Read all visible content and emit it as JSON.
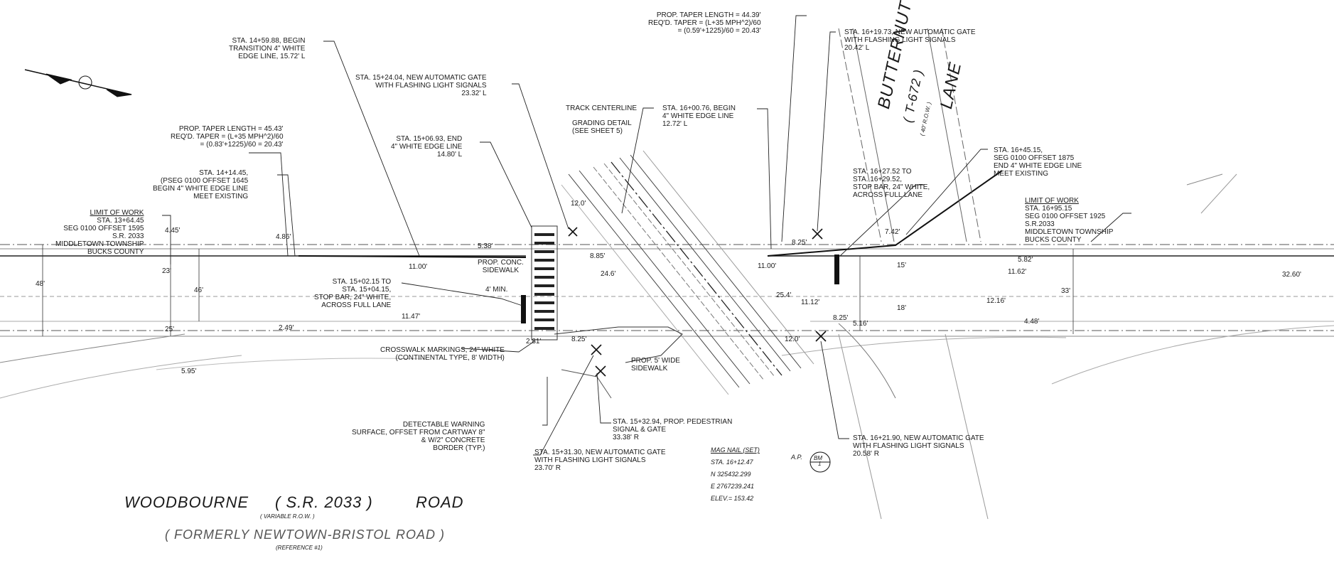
{
  "road": {
    "name_left": "WOODBOURNE",
    "route": "( S.R. 2033 )",
    "name_right": "ROAD",
    "row": "( VARIABLE R.O.W. )",
    "former": "( FORMERLY NEWTOWN-BRISTOL ROAD )",
    "reference": "(REFERENCE #1)"
  },
  "side_road": {
    "name": "BUTTERNUT",
    "route": "( T-672 )",
    "row": "( 40' R.O.W. )",
    "suffix": "LANE"
  },
  "callouts": {
    "begin_transition": [
      "STA. 14+59.88, BEGIN",
      "TRANSITION 4\" WHITE",
      "EDGE LINE, 15.72' L"
    ],
    "gate_1524": [
      "STA. 15+24.04, NEW AUTOMATIC GATE",
      "WITH FLASHING LIGHT SIGNALS",
      "23.32' L"
    ],
    "taper_left": [
      "PROP. TAPER LENGTH = 45.43'",
      "REQ'D. TAPER = (L+35 mph^2)/60",
      "= (0.83'+1225)/60 = 20.43'"
    ],
    "end_edge": [
      "STA. 15+06.93, END",
      "4\" WHITE EDGE LINE",
      "14.80' L"
    ],
    "sta_1414": [
      "STA. 14+14.45,",
      "(PSEG 0100 OFFSET 1645",
      "BEGIN 4\" WHITE EDGE LINE",
      "MEET EXISTING"
    ],
    "limit_left": [
      "LIMIT OF WORK",
      "STA. 13+64.45",
      "SEG 0100 OFFSET 1595",
      "S.R. 2033",
      "MIDDLETOWN TOWNSHIP",
      "BUCKS COUNTY"
    ],
    "stop_bar_left": [
      "STA. 15+02.15 TO",
      "STA. 15+04.15,",
      "STOP BAR, 24\" WHITE,",
      "ACROSS FULL LANE"
    ],
    "crosswalk": [
      "CROSSWALK MARKINGS, 24\" WHITE",
      "(CONTINENTAL TYPE, 8' WIDTH)"
    ],
    "detectable": [
      "DETECTABLE WARNING",
      "SURFACE, OFFSET FROM CARTWAY 8\"",
      "& W/2\" CONCRETE",
      "BORDER (TYP.)"
    ],
    "gate_1531": [
      "STA. 15+31.30, NEW AUTOMATIC GATE",
      "WITH FLASHING LIGHT SIGNALS",
      "23.70' R"
    ],
    "ped_signal": [
      "STA. 15+32.94, PROP. PEDESTRIAN",
      "SIGNAL & GATE",
      "33.38' R"
    ],
    "track_cl": "TRACK CENTERLINE",
    "grading": [
      "GRADING DETAIL",
      "(SEE SHEET 5)"
    ],
    "begin_1600": [
      "STA. 16+00.76, BEGIN",
      "4\" WHITE EDGE LINE",
      "12.72' L"
    ],
    "taper_right": [
      "PROP. TAPER LENGTH = 44.39'",
      "REQ'D. TAPER = (L+35 mph^2)/60",
      "= (0.59'+1225)/60 = 20.43'"
    ],
    "gate_1619": [
      "STA. 16+19.73, NEW AUTOMATIC GATE",
      "WITH FLASHING LIGHT SIGNALS",
      "20.42' L"
    ],
    "stop_bar_right": [
      "STA. 16+27.52 TO",
      "STA. 16+29.52,",
      "STOP BAR, 24\" WHITE,",
      "ACROSS FULL LANE"
    ],
    "sta_1645": [
      "STA. 16+45.15,",
      "SEG 0100 OFFSET 1875",
      "END 4\" WHITE EDGE LINE",
      "MEET EXISTING"
    ],
    "limit_right": [
      "LIMIT OF WORK",
      "STA. 16+95.15",
      "SEG 0100 OFFSET 1925",
      "S.R.2033",
      "MIDDLETOWN TOWNSHIP",
      "BUCKS COUNTY"
    ],
    "gate_1621": [
      "STA. 16+21.90, NEW AUTOMATIC GATE",
      "WITH FLASHING LIGHT SIGNALS",
      "20.58' R"
    ],
    "conc_sidewalk": [
      "PROP. CONC.",
      "SIDEWALK"
    ],
    "wide_sidewalk": [
      "PROP. 5' WIDE",
      "SIDEWALK"
    ],
    "min": "4' MIN."
  },
  "dimensions": {
    "d445": "4.45'",
    "d486": "4.86'",
    "d538": "5.38'",
    "d1100a": "11.00'",
    "d48": "48'",
    "d23": "23'",
    "d46": "46'",
    "d25": "25'",
    "d249": "2.49'",
    "d595": "5.95'",
    "d1147": "11.47'",
    "d281": "2.81'",
    "d825a": "8.25'",
    "d120a": "12.0'",
    "d885": "8.85'",
    "d246": "24.6'",
    "d1100b": "11.00'",
    "d825b": "8.25'",
    "d254": "25.4'",
    "d1112": "11.12'",
    "d825c": "8.25'",
    "d516": "5.16'",
    "d120b": "12.0'",
    "d742": "7.42'",
    "d15": "15'",
    "d18": "18'",
    "d582": "5.82'",
    "d1162": "11.62'",
    "d1216": "12.16'",
    "d33": "33'",
    "d448": "4.48'",
    "d3260": "32.60'"
  },
  "benchmark": {
    "label": "MAG NAIL (SET)",
    "ap": "A.P.",
    "sta": "STA. 16+12.47",
    "n": "N 325432.299",
    "e": "E 2767239.241",
    "elev": "ELEV.= 153.42",
    "bm": "BM",
    "num": "1"
  }
}
